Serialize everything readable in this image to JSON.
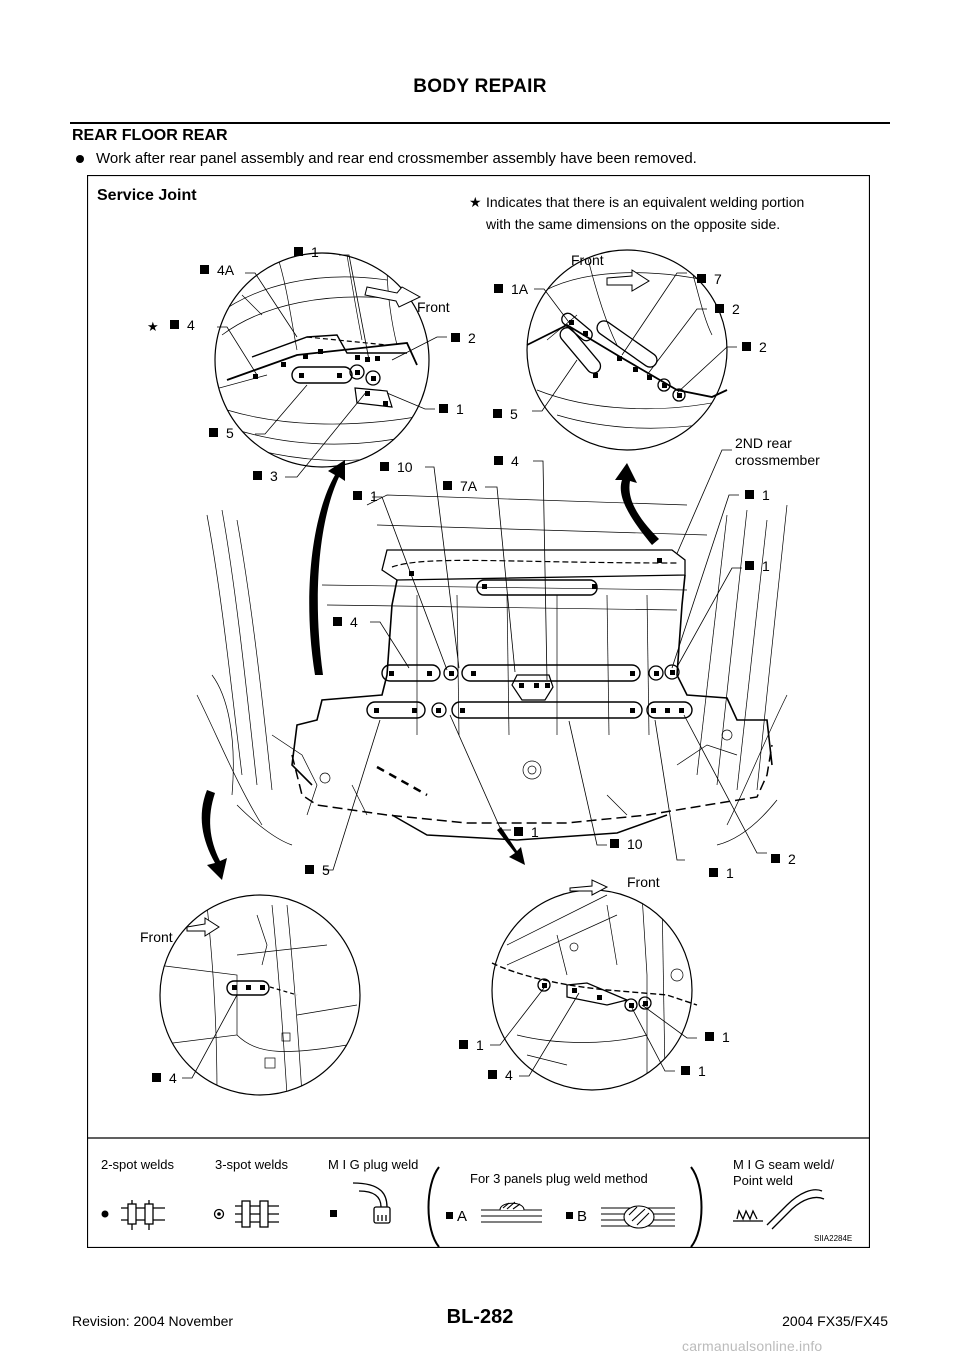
{
  "header": {
    "title": "BODY REPAIR"
  },
  "section": {
    "title": "REAR FLOOR REAR"
  },
  "note": {
    "text": "Work after rear panel assembly and rear end crossmember assembly have been removed."
  },
  "figure": {
    "title": "Service Joint",
    "star_note_line1": "Indicates that there is an equivalent welding portion",
    "star_note_line2": "with the same dimensions on the opposite side.",
    "front_label": "Front",
    "crossmember_line1": "2ND rear",
    "crossmember_line2": "crossmember",
    "callouts_ul": [
      "1",
      "4A",
      "4",
      "2",
      "1",
      "5",
      "3"
    ],
    "callouts_ur": [
      "1A",
      "7",
      "2",
      "2",
      "5"
    ],
    "callouts_main_top": [
      "10",
      "1",
      "7A",
      "4",
      "1",
      "1",
      "4"
    ],
    "callouts_main_bottom": [
      "5",
      "1",
      "10",
      "1",
      "2"
    ],
    "callouts_ll": [
      "4"
    ],
    "callouts_lr": [
      "1",
      "4",
      "1",
      "1"
    ],
    "legend": {
      "two_spot": "2-spot welds",
      "three_spot": "3-spot welds",
      "mig_plug": "M I G plug weld",
      "three_panel": "For 3 panels plug weld method",
      "seam_line1": "M I G seam weld/",
      "seam_line2": "Point weld",
      "a": "A",
      "b": "B"
    },
    "code": "SIIA2284E"
  },
  "footer": {
    "revision": "Revision: 2004 November",
    "page": "BL-282",
    "model": "2004 FX35/FX45"
  },
  "watermark": "carmanualsonline.info"
}
